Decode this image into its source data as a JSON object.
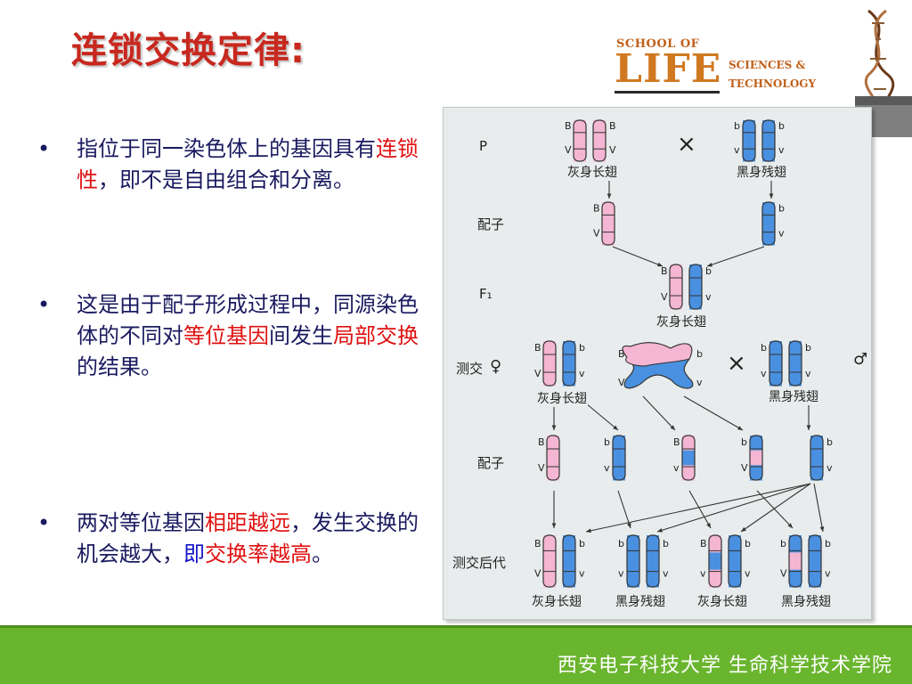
{
  "slide": {
    "title": "连锁交换定律:"
  },
  "logo": {
    "school_of": "SCHOOL OF",
    "life": "LIFE",
    "sciences": "SCIENCES &",
    "technology": "TECHNOLOGY"
  },
  "bullets": [
    {
      "marker": "•",
      "parts": [
        {
          "text": "指位于同一染色体上的基因具有",
          "style": "normal"
        },
        {
          "text": "连锁性",
          "style": "red"
        },
        {
          "text": "，即不是自由组合和分离。",
          "style": "normal"
        }
      ]
    },
    {
      "marker": "•",
      "parts": [
        {
          "text": "这是由于配子形成过程中，同源染色体的不同对",
          "style": "normal"
        },
        {
          "text": "等位基因",
          "style": "red"
        },
        {
          "text": "间发生",
          "style": "normal"
        },
        {
          "text": "局部交换",
          "style": "red"
        },
        {
          "text": "的结果。",
          "style": "normal"
        }
      ]
    },
    {
      "marker": "•",
      "parts": [
        {
          "text": "两对等位基因",
          "style": "normal"
        },
        {
          "text": "相距越远",
          "style": "red"
        },
        {
          "text": "，发生交换的机会越大，",
          "style": "normal"
        },
        {
          "text": "即",
          "style": "blue"
        },
        {
          "text": "交换率越高",
          "style": "red"
        },
        {
          "text": "。",
          "style": "normal"
        }
      ]
    }
  ],
  "figure": {
    "rows": {
      "p": "P",
      "gamete1": "配子",
      "f1": "F₁",
      "testcross": "测交",
      "female_symbol": "♀",
      "male_symbol": "♂",
      "gamete2": "配子",
      "offspring": "测交后代"
    },
    "cross_symbol": "×",
    "phenotypes": {
      "gray_long": "灰身长翅",
      "black_vestigial": "黑身残翅"
    },
    "alleles": {
      "B": "B",
      "b": "b",
      "V": "V",
      "v": "v"
    },
    "colors": {
      "pink": "#f4b6d2",
      "blue": "#4a90e0",
      "outline": "#333333"
    }
  },
  "footer": {
    "text": "西安电子科技大学 生命科学技术学院",
    "color": "#6ab52e"
  }
}
